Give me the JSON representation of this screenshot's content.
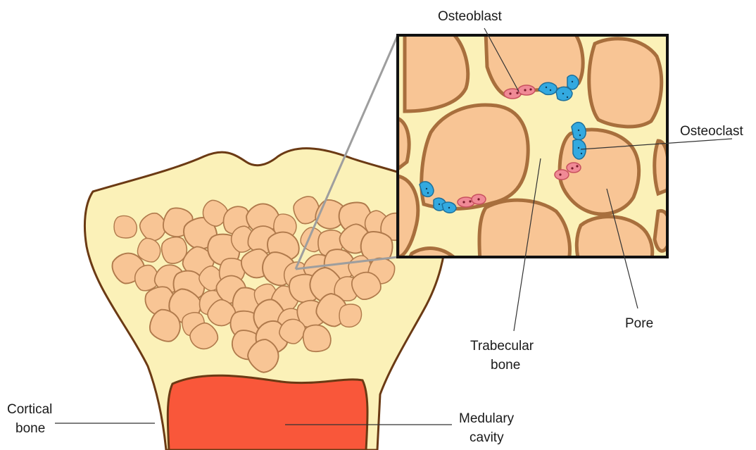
{
  "labels": {
    "osteoblast": "Osteoblast",
    "osteoclast": "Osteoclast",
    "pore": "Pore",
    "trabecular_line1": "Trabecular",
    "trabecular_line2": "bone",
    "cortical_line1": "Cortical",
    "cortical_line2": "bone",
    "medulary_line1": "Medulary",
    "medulary_line2": "cavity"
  },
  "colors": {
    "bone_fill": "#fbf1b8",
    "bone_outline": "#6b3a14",
    "pore_fill": "#f8c595",
    "pore_outline": "#b07a4c",
    "marrow_fill": "#f9573a",
    "osteoblast_fill": "#f08a96",
    "osteoclast_fill": "#33a9e0",
    "zoom_frame": "#111111",
    "zoom_lines": "#9e9e9e"
  }
}
